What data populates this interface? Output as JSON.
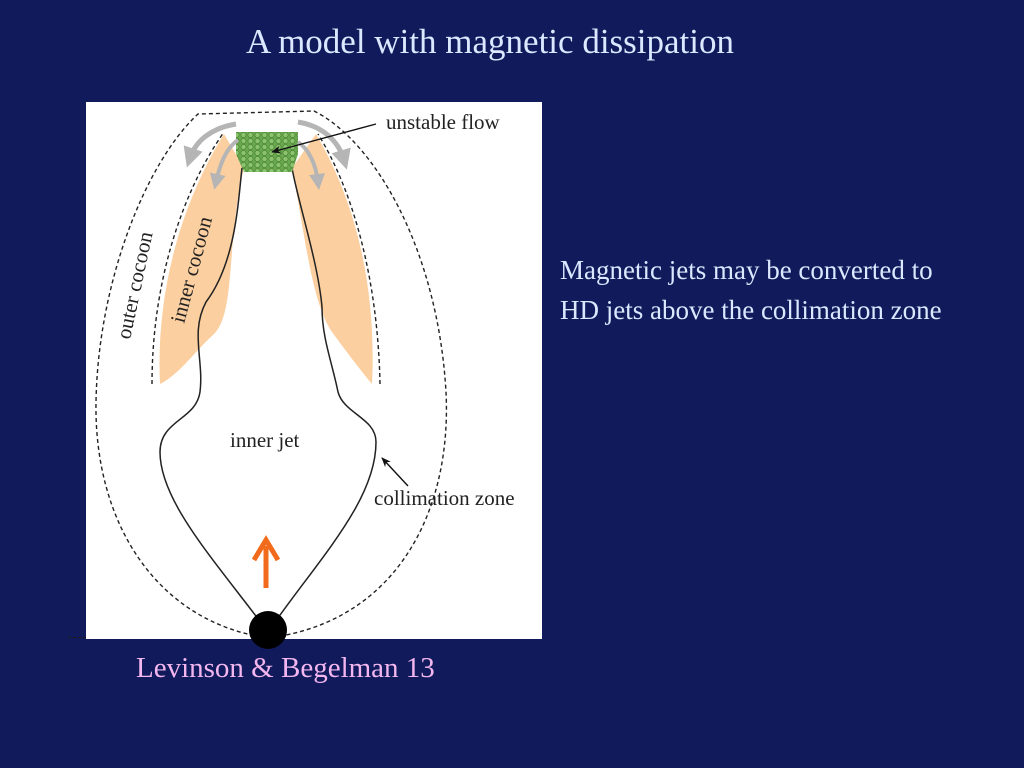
{
  "slide": {
    "title": "A model with magnetic dissipation",
    "body_text": "Magnetic jets may be converted to HD jets above the collimation zone",
    "citation": "Levinson & Begelman 13"
  },
  "diagram": {
    "labels": {
      "unstable_flow": "unstable flow",
      "outer_cocoon": "outer cocoon",
      "inner_cocoon": "inner cocoon",
      "inner_jet": "inner jet",
      "collimation_zone": "collimation zone"
    },
    "colors": {
      "cocoon_fill": "#fbcf9f",
      "unstable_fill": "#6aa84f",
      "flow_arrow": "#b5b5b5",
      "jet_arrow": "#f26a1b",
      "source": "#000000"
    }
  }
}
